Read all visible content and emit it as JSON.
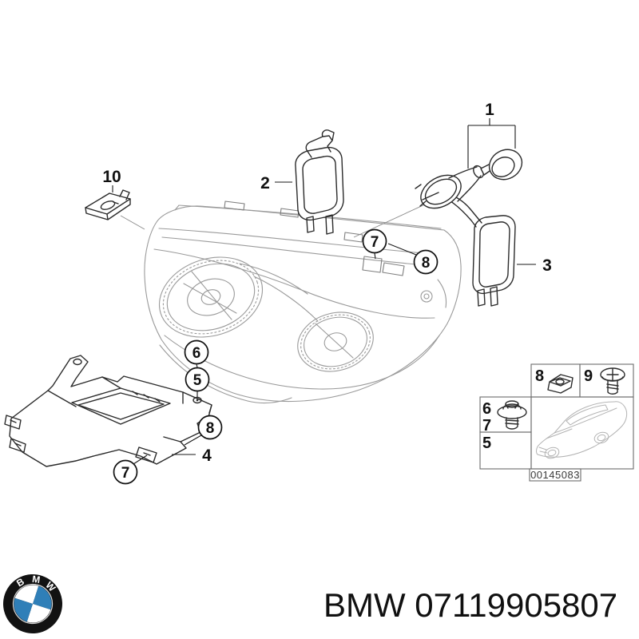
{
  "diagram": {
    "part_labels": {
      "p1": "1",
      "p2": "2",
      "p3": "3",
      "p4": "4",
      "p10": "10"
    },
    "callouts": {
      "head_screw": "7",
      "head_nut": "8",
      "bracket_top": "6",
      "bracket_mid": "5",
      "bracket_nut": "8",
      "bracket_screw": "7"
    },
    "inset": {
      "cells": {
        "c8": "8",
        "c9": "9",
        "c6": "6",
        "c7": "7",
        "c5": "5"
      },
      "image_number": "00145083"
    }
  },
  "footer": {
    "logo": {
      "letters": [
        "B",
        "M",
        "W"
      ]
    },
    "part_number": "BMW 07119905807"
  },
  "colors": {
    "line_dark": "#2b2b2b",
    "line_light": "#9a9a9a",
    "logo_blue": "#2f7fb8",
    "logo_black": "#121212"
  }
}
